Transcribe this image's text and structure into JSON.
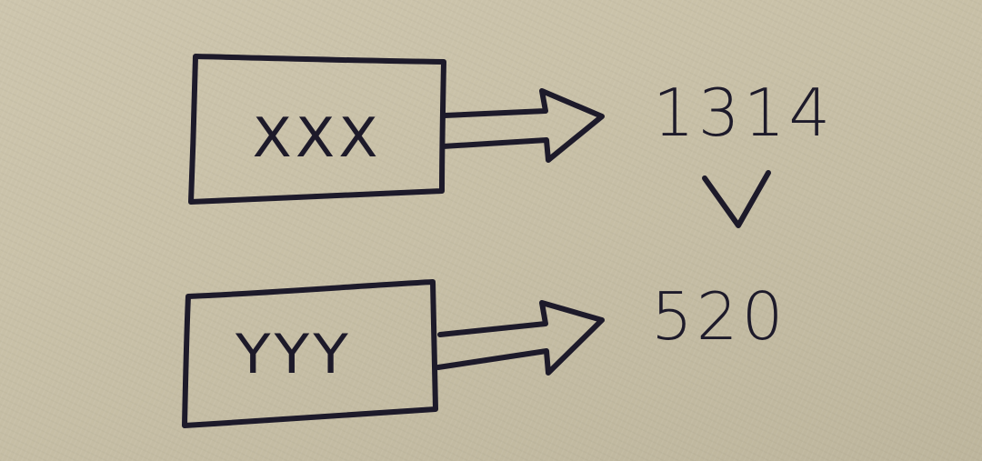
{
  "nodes": [
    {
      "id": "box-top",
      "label": "XXX"
    },
    {
      "id": "box-bottom",
      "label": "YYY"
    }
  ],
  "outputs": [
    {
      "id": "value-top",
      "text": "1314"
    },
    {
      "id": "value-bottom",
      "text": "520"
    }
  ],
  "edges": [
    {
      "from": "box-top",
      "to": "value-top"
    },
    {
      "from": "box-bottom",
      "to": "value-bottom"
    },
    {
      "from": "value-top",
      "to": "value-bottom"
    }
  ],
  "style": {
    "ink_color": "#1d1a2a",
    "paper_color": "#c9c1a8"
  }
}
